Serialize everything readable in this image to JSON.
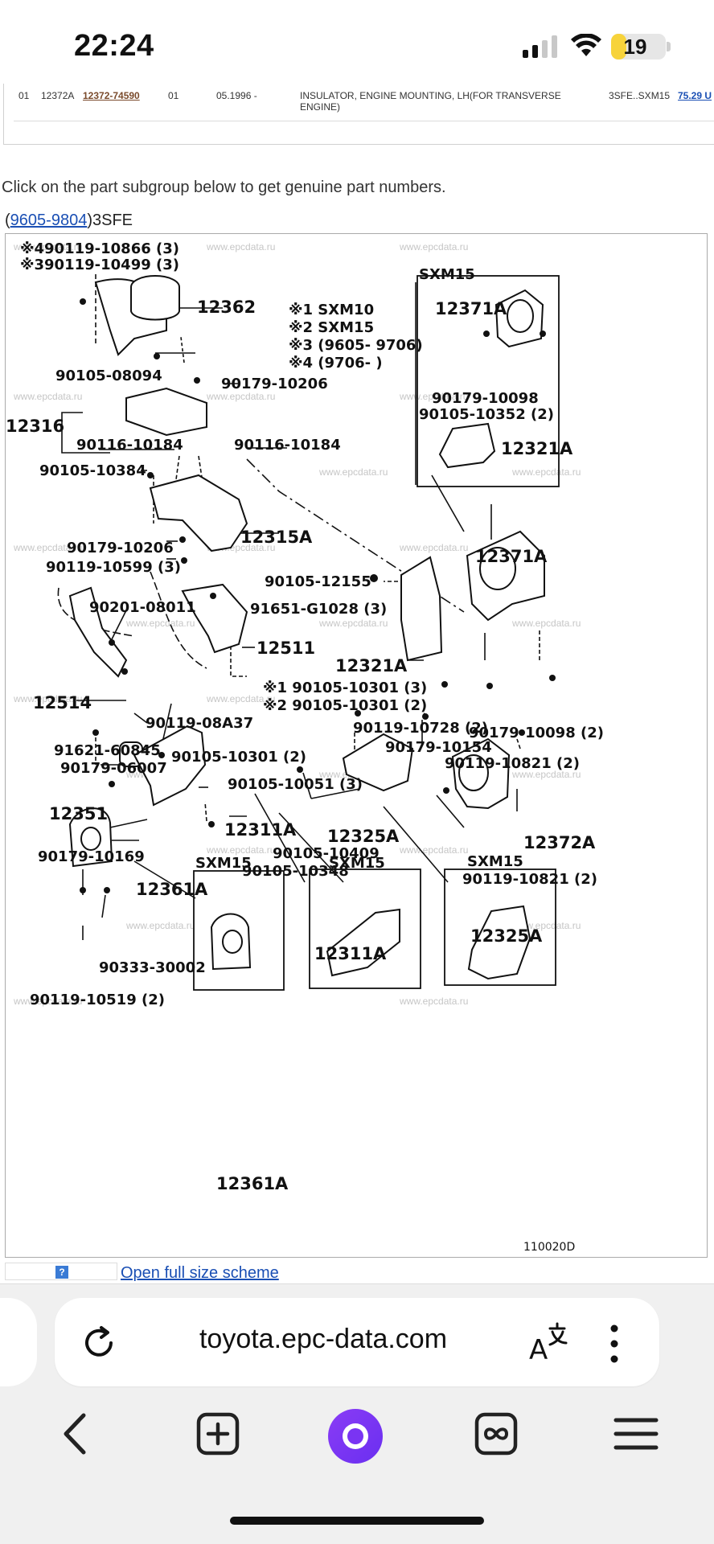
{
  "status_bar": {
    "time": "22:24",
    "battery": "19",
    "battery_level": 0.19,
    "accent_color": "#f7d33b"
  },
  "result_row": {
    "col1": "01",
    "col2": "12372A",
    "part_number": "12372-74590",
    "col4": "01",
    "date": "05.1996 -",
    "description_line1": "INSULATOR, ENGINE MOUNTING, LH(FOR TRANSVERSE",
    "description_line2": "ENGINE)",
    "model": "3SFE..SXM15",
    "price": "75.29 U"
  },
  "instruction": "Click on the part subgroup below to get genuine part numbers.",
  "subgroup": {
    "prefix": "(",
    "link": "9605-9804",
    "suffix": ")3SFE"
  },
  "diagram": {
    "watermark": "www.epcdata.ru",
    "scheme_code": "110020D",
    "notes": [
      "※1 SXM10",
      "※2 SXM15",
      "※3 (9605- 9706)",
      "※4 (9706-            )"
    ],
    "labels": [
      "※490119-10866 (3)",
      "※390119-10499 (3)",
      "12362",
      "90105-08094",
      "90179-10206",
      "12316",
      "90116-10184",
      "90116-10184",
      "90105-10384",
      "12315A",
      "90179-10206",
      "90119-10599 (3)",
      "90105-12155",
      "90201-08011",
      "91651-G1028 (3)",
      "12511",
      "12321A",
      "※1 90105-10301 (3)",
      "※2 90105-10301 (2)",
      "12514",
      "90119-08A37",
      "90119-10728 (2)",
      "90179-10098 (2)",
      "91621-60845",
      "90179-06007",
      "90105-10301 (2)",
      "90179-10154",
      "90119-10821 (2)",
      "90105-10051 (3)",
      "12351",
      "12311A",
      "12325A",
      "90105-10409",
      "12372A",
      "90179-10169",
      "90105-10348",
      "12361A",
      "90119-10821 (2)",
      "90333-30002",
      "90119-10519 (2)",
      "12371A",
      "90179-10098",
      "90105-10352 (2)",
      "12321A",
      "12371A",
      "12311A",
      "12325A",
      "12361A"
    ],
    "insets": [
      "SXM15",
      "SXM15",
      "SXM15",
      "SXM15"
    ]
  },
  "open_full_link": "Open full size scheme",
  "help_icon": "?",
  "browser": {
    "url": "toyota.epc-data.com",
    "alice_color": "#7a34f3"
  }
}
